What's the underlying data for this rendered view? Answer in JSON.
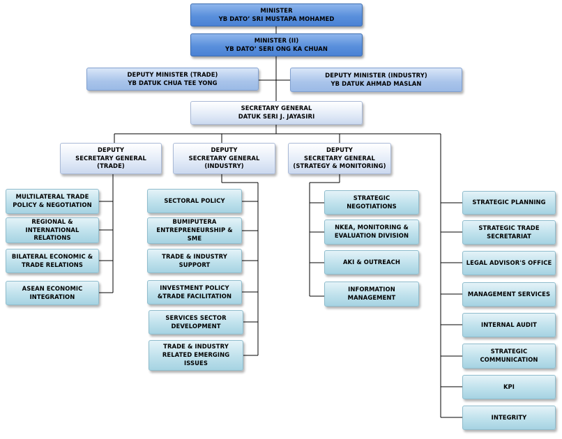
{
  "minister": {
    "title": "MINISTER",
    "name": "YB DATO’ SRI MUSTAPA MOHAMED"
  },
  "minister2": {
    "title": "MINISTER (II)",
    "name": "YB DATO’ SERI ONG KA CHUAN"
  },
  "deputy_trade": {
    "title": "DEPUTY MINISTER (TRADE)",
    "name": "YB  DATUK  CHUA TEE  YONG"
  },
  "deputy_industry": {
    "title": "DEPUTY MINISTER (INDUSTRY)",
    "name": "YB DATUK  AHMAD  MASLAN"
  },
  "secgen": {
    "title": "SECRETARY GENERAL",
    "name": "DATUK SERI J. JAYASIRI"
  },
  "dsg_trade": "DEPUTY\nSECRETARY GENERAL\n(TRADE)",
  "dsg_industry": "DEPUTY\nSECRETARY GENERAL\n(INDUSTRY)",
  "dsg_strategy": "DEPUTY\nSECRETARY GENERAL\n(STRATEGY & MONITORING)",
  "trade_units": [
    "MULTILATERAL TRADE\nPOLICY  & NEGOTIATION",
    "REGIONAL &\nINTERNATIONAL\nRELATIONS",
    "BILATERAL ECONOMIC &\nTRADE RELATIONS",
    "ASEAN ECONOMIC\nINTEGRATION"
  ],
  "industry_units": [
    "SECTORAL POLICY",
    "BUMIPUTERA\nENTREPRENEURSHIP &\nSME",
    "TRADE & INDUSTRY\nSUPPORT",
    "INVESTMENT POLICY\n&TRADE FACILITATION",
    "SERVICES SECTOR\nDEVELOPMENT",
    "TRADE & INDUSTRY\nRELATED EMERGING\nISSUES"
  ],
  "strategy_units": [
    "STRATEGIC NEGOTIATIONS",
    "NKEA, MONITORING &\nEVALUATION DIVISION",
    "AKI & OUTREACH",
    "INFORMATION\nMANAGEMENT"
  ],
  "secgen_units": [
    "STRATEGIC PLANNING",
    "STRATEGIC TRADE\nSECRETARIAT",
    "LEGAL ADVISOR'S OFFICE",
    "MANAGEMENT SERVICES",
    "INTERNAL AUDIT",
    "STRATEGIC\nCOMMUNICATION",
    "KPI",
    "INTEGRITY"
  ]
}
